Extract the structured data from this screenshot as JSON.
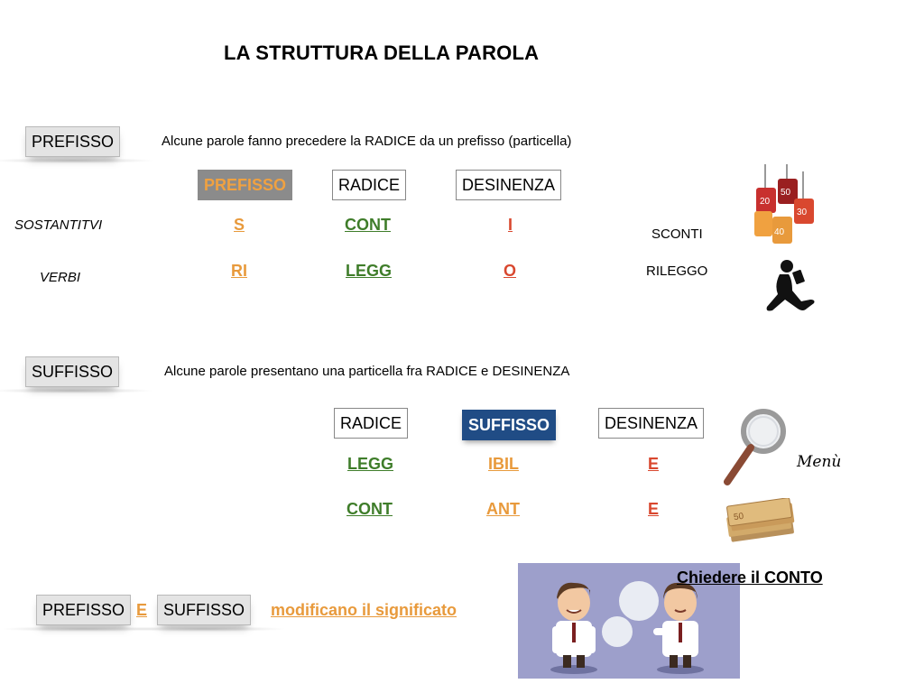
{
  "title": "LA STRUTTURA DELLA PAROLA",
  "prefix_section": {
    "label": "PREFISSO",
    "description": "Alcune parole fanno precedere la RADICE da un prefisso (particella)",
    "headers": [
      "PREFISSO",
      "RADICE",
      "DESINENZA"
    ],
    "rows": [
      {
        "category": "SOSTANTITVI",
        "prefisso": "S",
        "radice": "CONT",
        "desinenza": "I",
        "result": "SCONTI",
        "icon": "price-tags-icon"
      },
      {
        "category": "VERBI",
        "prefisso": "RI",
        "radice": "LEGG",
        "desinenza": "O",
        "result": "RILEGGO",
        "icon": "reading-person-icon"
      }
    ]
  },
  "suffix_section": {
    "label": "SUFFISSO",
    "description": "Alcune parole presentano una particella fra RADICE e DESINENZA",
    "headers": [
      "RADICE",
      "SUFFISSO",
      "DESINENZA"
    ],
    "rows": [
      {
        "radice": "LEGG",
        "suffisso": "IBIL",
        "desinenza": "E",
        "icon": "magnifying-glass-icon",
        "caption": "Menù"
      },
      {
        "radice": "CONT",
        "suffisso": "ANT",
        "desinenza": "E",
        "icon": "banknotes-icon"
      }
    ]
  },
  "summary": {
    "prefisso": "PREFISSO",
    "conjunction": "E",
    "suffisso": "SUFFISSO",
    "text": "modificano il significato"
  },
  "example": {
    "caption": "Chiedere il CONTO",
    "image": "two-businessmen-talking-illustration",
    "background": "#9d9fcb"
  },
  "colors": {
    "prefix": "#e89a3c",
    "root": "#3f7d2a",
    "ending": "#d9482f",
    "suffix_box": "#204c85"
  }
}
